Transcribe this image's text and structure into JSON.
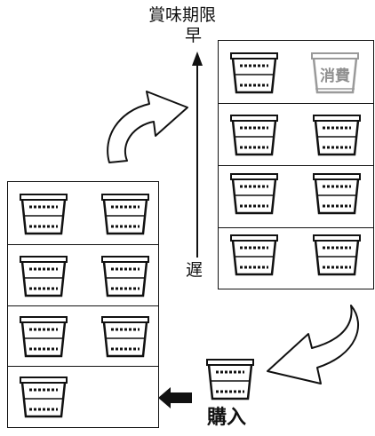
{
  "axis": {
    "title": "賞味期限",
    "early": "早",
    "late": "遅"
  },
  "labels": {
    "consumed": "消費",
    "purchase": "購入"
  },
  "colors": {
    "line": "#111111",
    "consumed_gray": "#8f8f8f",
    "background": "#ffffff"
  },
  "icons": {
    "item": "basket-icon",
    "rotate_arrow": "curved-arrow-icon",
    "insert_arrow": "solid-left-arrow-icon"
  }
}
